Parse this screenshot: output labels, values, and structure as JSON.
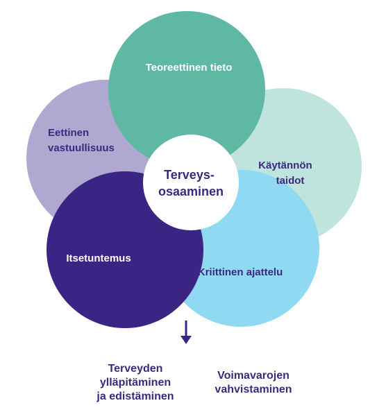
{
  "center": {
    "line1": "Terveys-",
    "line2": "osaaminen",
    "color": "#ffffff",
    "text_color": "#3a2a7f"
  },
  "petals": {
    "teoreettinen": {
      "lines": [
        "Teoreettinen tieto"
      ],
      "color": "#5fb8a4",
      "text_color": "#ffffff"
    },
    "kaytannon": {
      "lines": [
        "Käytännön",
        "taidot"
      ],
      "color": "#bfe3dd",
      "text_color": "#3a2a7f"
    },
    "kriittinen": {
      "lines": [
        "Kriittinen ajattelu"
      ],
      "color": "#8fd9f2",
      "text_color": "#3a2a7f"
    },
    "itsetuntemus": {
      "lines": [
        "Itsetuntemus"
      ],
      "color": "#3b2584",
      "text_color": "#ffffff"
    },
    "eettinen": {
      "lines": [
        "Eettinen",
        "vastuullisuus"
      ],
      "color": "#afa8d0",
      "text_color": "#3a2a7f"
    }
  },
  "arrow_color": "#3b2584",
  "outcomes": {
    "left": [
      "Terveyden",
      "ylläpitäminen",
      "ja edistäminen"
    ],
    "right": [
      "Voimavarojen",
      "vahvistaminen"
    ]
  }
}
